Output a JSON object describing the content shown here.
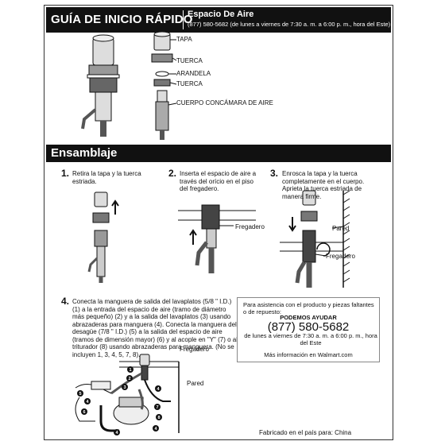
{
  "header": {
    "title": "GUÍA DE INICIO RÁPIDO",
    "product": "Espacio De Aire",
    "phone_line": "(877) 580-5682 (de lunes a viernes de 7:30 a. m. a 6:00 p. m., hora del Este)"
  },
  "parts": {
    "tapa": "TAPA",
    "tuerca_top": "TUERCA",
    "arandela": "ARANDELA",
    "tuerca": "TUERCA",
    "cuerpo": "CUERPO CONCÁMARA DE AIRE"
  },
  "assembly": {
    "title": "Ensamblaje",
    "steps": [
      {
        "num": "1.",
        "text": "Retira la tapa  y la tuerca estriada."
      },
      {
        "num": "2.",
        "text": "Inserta el espacio de aire a través del orício en el piso del fregadero."
      },
      {
        "num": "3.",
        "text": "Enrosca la tapa y la tuerca completamente en el cuerpo. Aprieta la tuerca estriada de manera firme."
      },
      {
        "num": "4.",
        "text": "Conecta la manguera de salida del lavaplatos (5/8 \" I.D.) (1) a la entrada del espacio de aire (tramo de diámetro más pequeño) (2) y a la salida del lavaplatos (3) usando abrazaderas para manguera (4). Conecta la manguera del desagüe (7/8 \" I.D.) (5) a la salida del espacio de aire (tramos de dimensión mayor) (6) y al acople en \"Y\" (7) o al triturador (8) usando abrazaderas para manguera. (No se incluyen 1, 3, 4, 5, 7, 8)."
      }
    ],
    "labels": {
      "fregadero_2": "Fregadero",
      "pared_3": "Pared",
      "fregadero_3": "Fregadero",
      "fregadero_4": "Fregadero",
      "pared_4": "Pared"
    },
    "callouts": [
      "1",
      "2",
      "3",
      "4",
      "5",
      "6",
      "7",
      "8",
      "4",
      "4",
      "4"
    ]
  },
  "help": {
    "intro": "Para asistencia con el producto y piezas faltantes o de repuesto:",
    "heading": "PODEMOS AYUDAR",
    "phone": "(877) 580-5682",
    "hours": "de lunes a viernes de 7:30 a. m. a 6:00 p. m., hora del Este",
    "web": "Más información en Walmart.com"
  },
  "footer": {
    "made_in": "Fabricado en el país para: China"
  }
}
